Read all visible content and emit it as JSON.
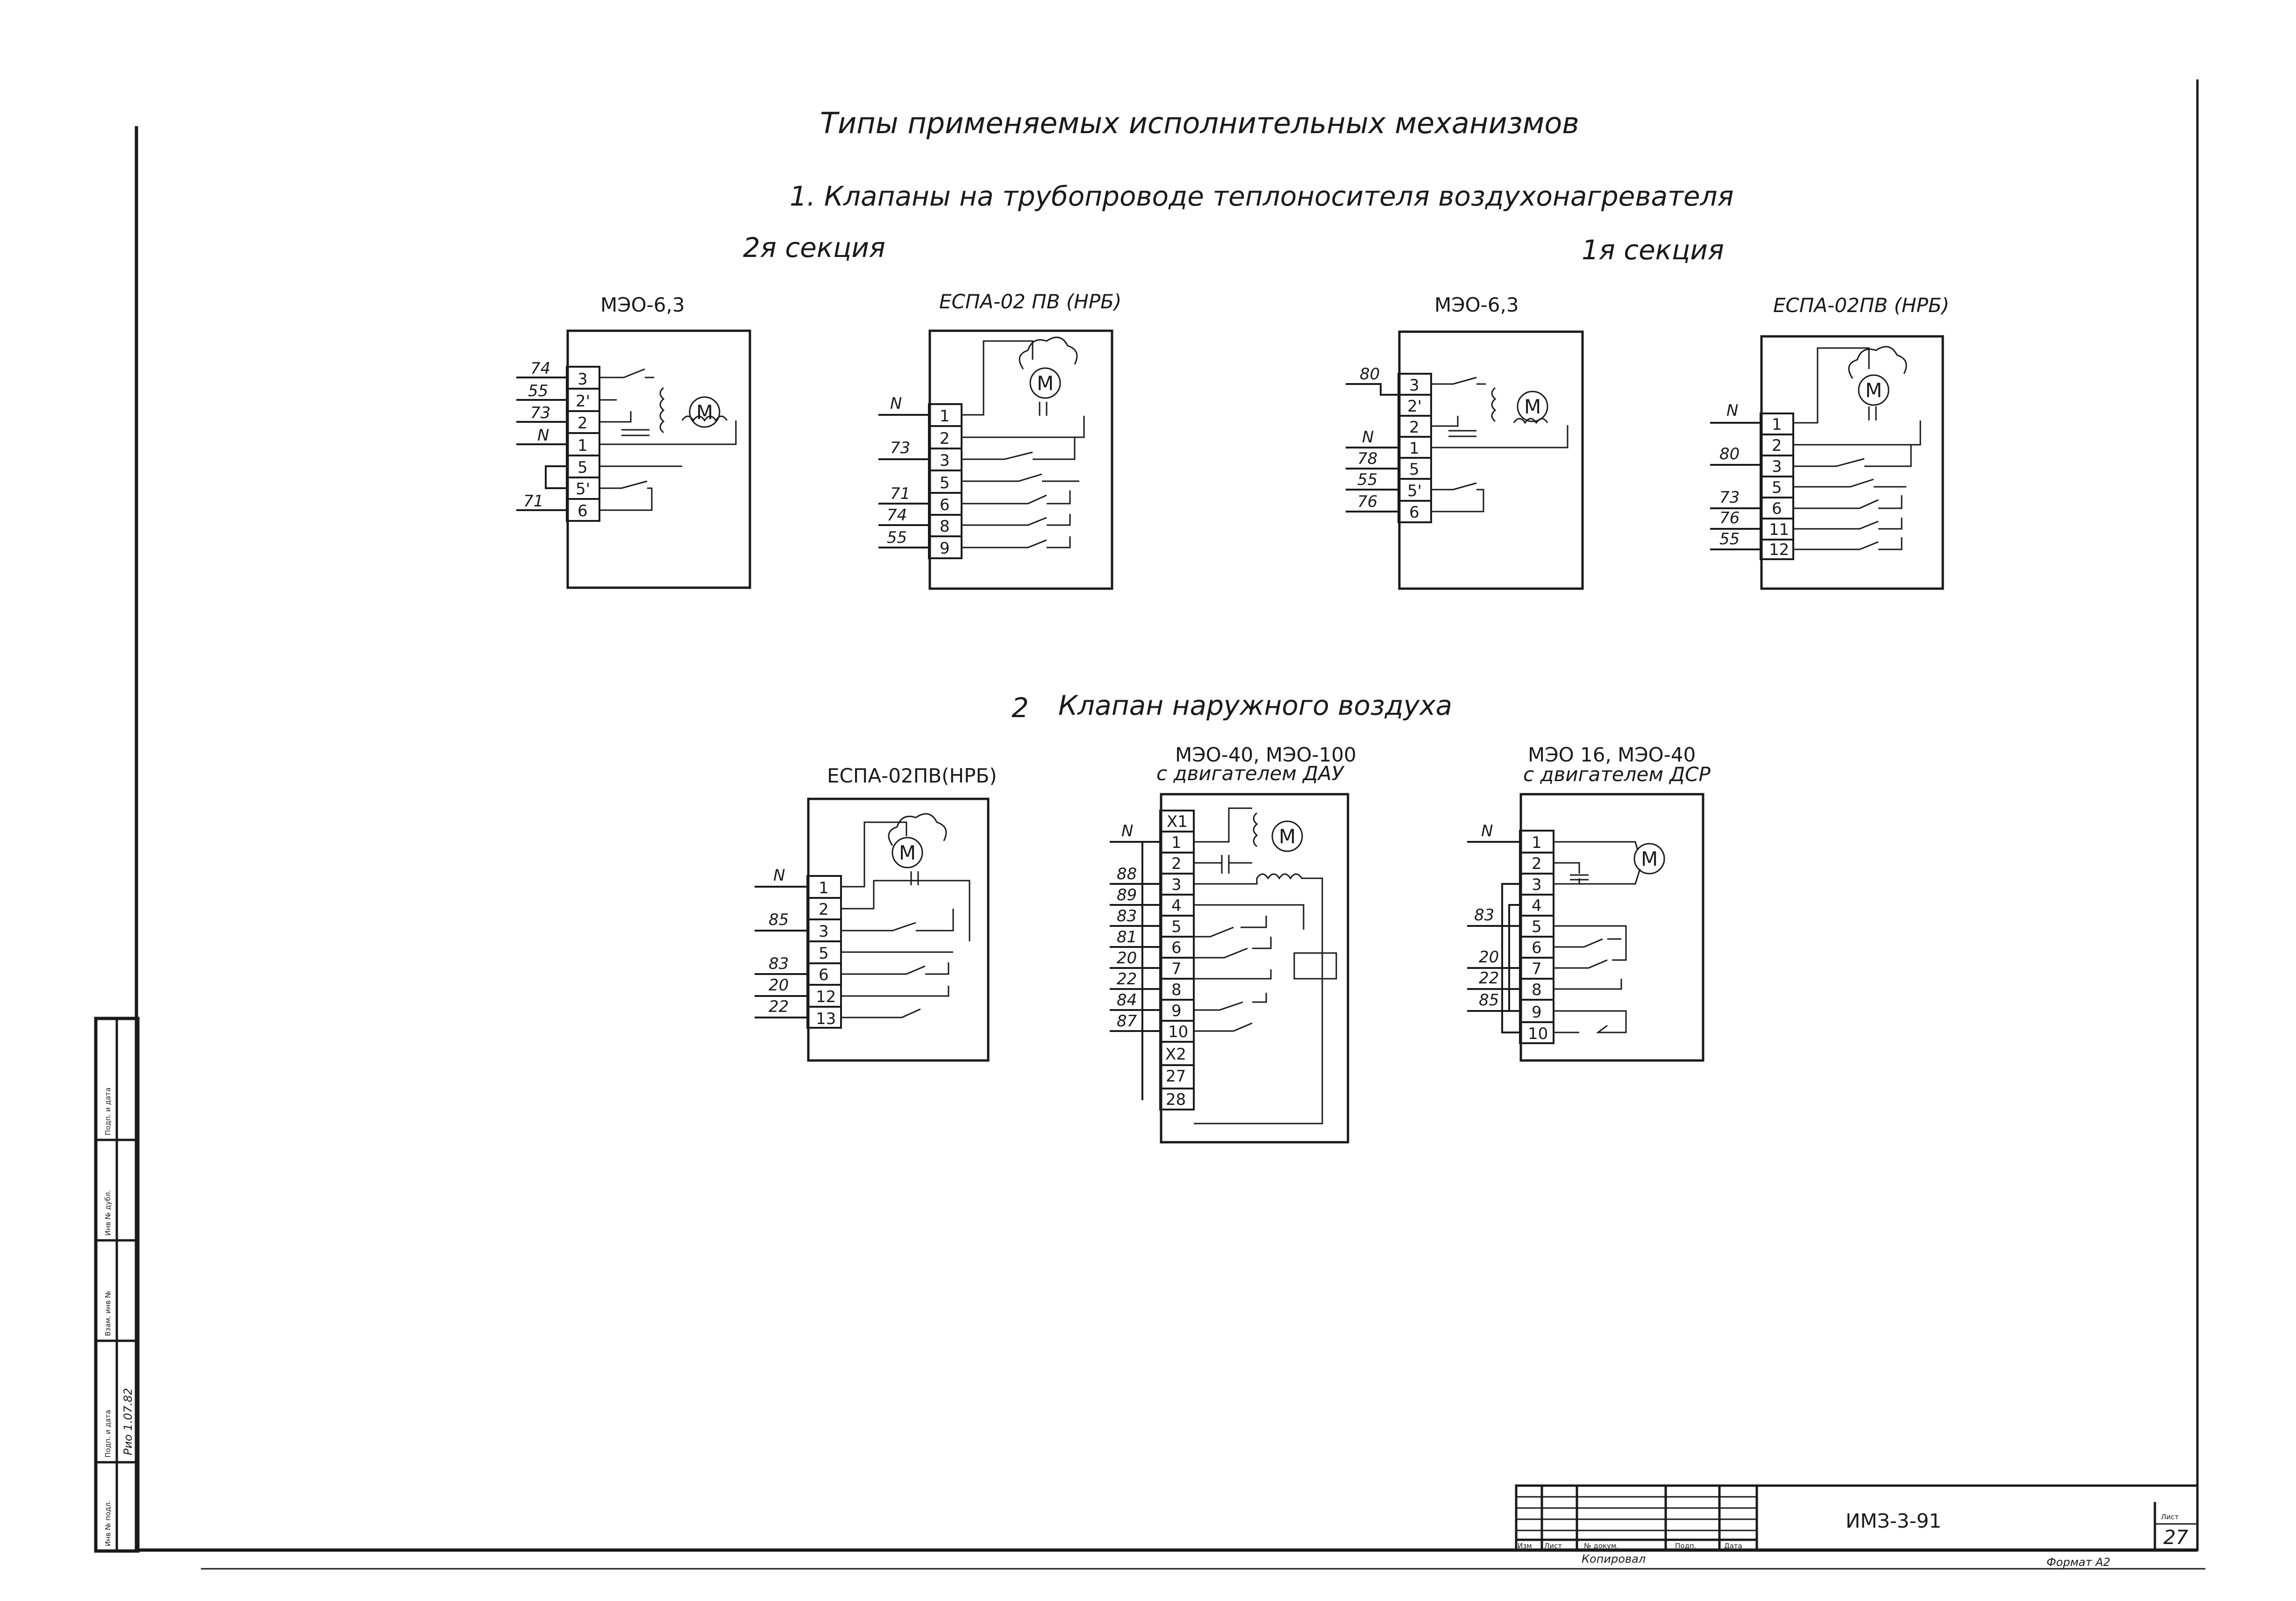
{
  "heading": "Типы применяемых исполнительных механизмов",
  "section1": {
    "title": "1. Клапаны на трубопроводе теплоносителя воздухонагревателя",
    "sec2_label": "2я секция",
    "sec1_label": "1я секция"
  },
  "section2": {
    "number": "2",
    "title": "Клапан наружного воздуха"
  },
  "motor_symbol": "M",
  "devices": [
    {
      "name": "МЭО-6,3",
      "terminals": [
        "3",
        "2'",
        "2",
        "1",
        "5",
        "5'",
        "6"
      ],
      "wires": [
        "74",
        "55",
        "73",
        "N",
        "",
        "",
        "71"
      ]
    },
    {
      "name": "ЕСПА-02 ПВ (НРБ)",
      "terminals": [
        "1",
        "2",
        "3",
        "5",
        "6",
        "8",
        "9"
      ],
      "wires": [
        "N",
        "73",
        "",
        "",
        "71",
        "74",
        "55"
      ]
    },
    {
      "name": "МЭО-6,3",
      "terminals": [
        "3",
        "2'",
        "2",
        "1",
        "5",
        "5'",
        "6"
      ],
      "wires": [
        "80",
        "",
        "",
        "N",
        "78",
        "55",
        "76"
      ]
    },
    {
      "name": "ЕСПА-02ПВ (НРБ)",
      "terminals": [
        "1",
        "2",
        "3",
        "5",
        "6",
        "11",
        "12"
      ],
      "wires": [
        "N",
        "80",
        "",
        "",
        "73",
        "76",
        "55"
      ]
    },
    {
      "name": "ЕСПА-02ПВ(НРБ)",
      "terminals": [
        "1",
        "2",
        "3",
        "5",
        "6",
        "12",
        "13"
      ],
      "wires": [
        "N",
        "85",
        "",
        "",
        "83",
        "20",
        "22"
      ]
    },
    {
      "name": "МЭО-40, МЭО-100",
      "note": "с двигателем ДАУ",
      "blocks": [
        "X1",
        "X2"
      ],
      "terminals": [
        "1",
        "2",
        "3",
        "4",
        "5",
        "6",
        "7",
        "8",
        "9",
        "10",
        "27",
        "28"
      ],
      "wires": [
        "N",
        "",
        "88",
        "89",
        "83",
        "81",
        "20",
        "22",
        "84",
        "87",
        "",
        ""
      ]
    },
    {
      "name": "МЭО 16, МЭО-40",
      "note": "с двигателем ДСР",
      "terminals": [
        "1",
        "2",
        "3",
        "4",
        "5",
        "6",
        "7",
        "8",
        "9",
        "10"
      ],
      "wires": [
        "N",
        "",
        "",
        "",
        "83",
        "",
        "20",
        "22",
        "85",
        ""
      ]
    }
  ],
  "stamp": {
    "side": [
      "Инв № подл.",
      "Подп. и дата",
      "Взам. инв №",
      "Инв № дубл.",
      "Подп. и дата"
    ],
    "side_handwriting": "Рио 1.07.82",
    "columns": [
      "Изм",
      "Лист",
      "№ докум.",
      "Подп.",
      "Дата"
    ],
    "doc_code": "ИМЗ-3-91",
    "sheet_label": "Лист",
    "sheet_number": "27",
    "copied": "Копировал",
    "format": "Формат А2"
  }
}
